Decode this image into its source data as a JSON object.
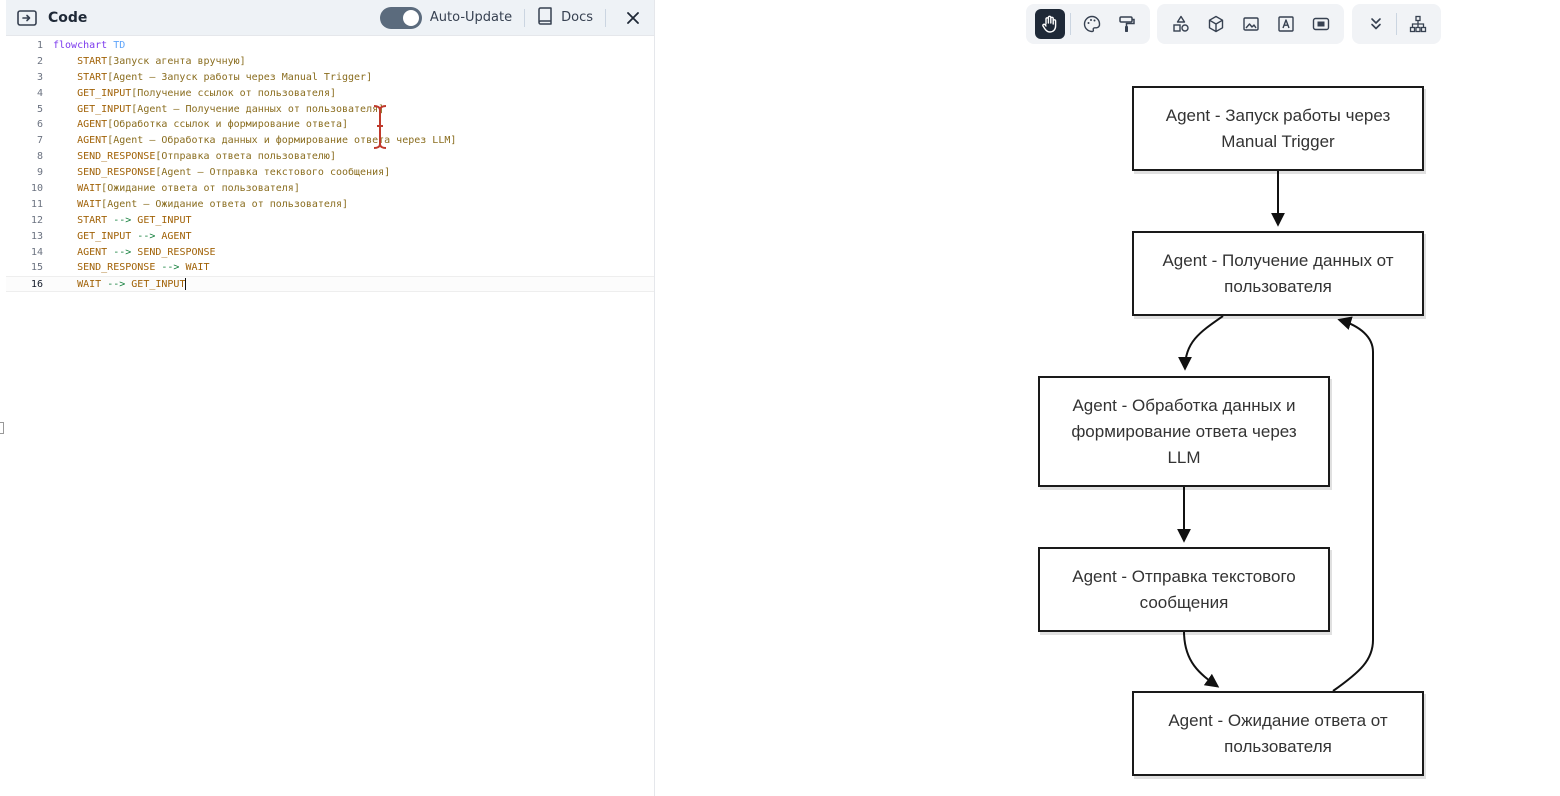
{
  "header": {
    "title": "Code",
    "auto_update_label": "Auto-Update",
    "docs_label": "Docs"
  },
  "editor": {
    "lines": [
      {
        "n": "1",
        "tokens": [
          {
            "c": "kw",
            "t": "flowchart"
          },
          {
            "c": "dir",
            "t": " TD"
          }
        ]
      },
      {
        "n": "2",
        "tokens": [
          {
            "c": "id",
            "t": "    START"
          },
          {
            "c": "str",
            "t": "[Запуск агента вручную]"
          }
        ]
      },
      {
        "n": "3",
        "tokens": [
          {
            "c": "id",
            "t": "    START"
          },
          {
            "c": "str",
            "t": "[Agent – Запуск работы через Manual Trigger]"
          }
        ]
      },
      {
        "n": "4",
        "tokens": [
          {
            "c": "id",
            "t": "    GET_INPUT"
          },
          {
            "c": "str",
            "t": "[Получение ссылок от пользователя]"
          }
        ]
      },
      {
        "n": "5",
        "tokens": [
          {
            "c": "id",
            "t": "    GET_INPUT"
          },
          {
            "c": "str",
            "t": "[Agent – Получение данных от пользователя]"
          }
        ]
      },
      {
        "n": "6",
        "tokens": [
          {
            "c": "id",
            "t": "    AGENT"
          },
          {
            "c": "str",
            "t": "[Обработка ссылок и формирование ответа]"
          }
        ]
      },
      {
        "n": "7",
        "tokens": [
          {
            "c": "id",
            "t": "    AGENT"
          },
          {
            "c": "str",
            "t": "[Agent – Обработка данных и формирование ответа через LLM]"
          }
        ]
      },
      {
        "n": "8",
        "tokens": [
          {
            "c": "id",
            "t": "    SEND_RESPONSE"
          },
          {
            "c": "str",
            "t": "[Отправка ответа пользователю]"
          }
        ]
      },
      {
        "n": "9",
        "tokens": [
          {
            "c": "id",
            "t": "    SEND_RESPONSE"
          },
          {
            "c": "str",
            "t": "[Agent – Отправка текстового сообщения]"
          }
        ]
      },
      {
        "n": "10",
        "tokens": [
          {
            "c": "id",
            "t": "    WAIT"
          },
          {
            "c": "str",
            "t": "[Ожидание ответа от пользователя]"
          }
        ]
      },
      {
        "n": "11",
        "tokens": [
          {
            "c": "id",
            "t": "    WAIT"
          },
          {
            "c": "str",
            "t": "[Agent – Ожидание ответа от пользователя]"
          }
        ]
      },
      {
        "n": "12",
        "tokens": [
          {
            "c": "id",
            "t": "    START"
          },
          {
            "c": "arrow",
            "t": " --> "
          },
          {
            "c": "id",
            "t": "GET_INPUT"
          }
        ]
      },
      {
        "n": "13",
        "tokens": [
          {
            "c": "id",
            "t": "    GET_INPUT"
          },
          {
            "c": "arrow",
            "t": " --> "
          },
          {
            "c": "id",
            "t": "AGENT"
          }
        ]
      },
      {
        "n": "14",
        "tokens": [
          {
            "c": "id",
            "t": "    AGENT"
          },
          {
            "c": "arrow",
            "t": " --> "
          },
          {
            "c": "id",
            "t": "SEND_RESPONSE"
          }
        ]
      },
      {
        "n": "15",
        "tokens": [
          {
            "c": "id",
            "t": "    SEND_RESPONSE"
          },
          {
            "c": "arrow",
            "t": " --> "
          },
          {
            "c": "id",
            "t": "WAIT"
          }
        ]
      },
      {
        "n": "16",
        "tokens": [
          {
            "c": "id",
            "t": "    WAIT"
          },
          {
            "c": "arrow",
            "t": " --> "
          },
          {
            "c": "id",
            "t": "GET_INPUT"
          }
        ]
      }
    ],
    "active_line": "16"
  },
  "toolbar": {
    "groups": [
      [
        "hand-icon",
        "palette-icon",
        "paint-roller-icon"
      ],
      [
        "shapes-icon",
        "cube-icon",
        "image-icon",
        "text-box-icon",
        "frame-icon"
      ],
      [
        "double-chevron-down-icon",
        "sitemap-icon"
      ]
    ],
    "active_tool": "hand-icon"
  },
  "diagram": {
    "nodes": {
      "start": "Agent - Запуск работы через Manual Trigger",
      "get_input": "Agent - Получение данных от пользователя",
      "agent": "Agent - Обработка данных и формирование ответа через LLM",
      "send_response": "Agent - Отправка текстового сообщения",
      "wait": "Agent - Ожидание ответа от пользователя"
    }
  }
}
